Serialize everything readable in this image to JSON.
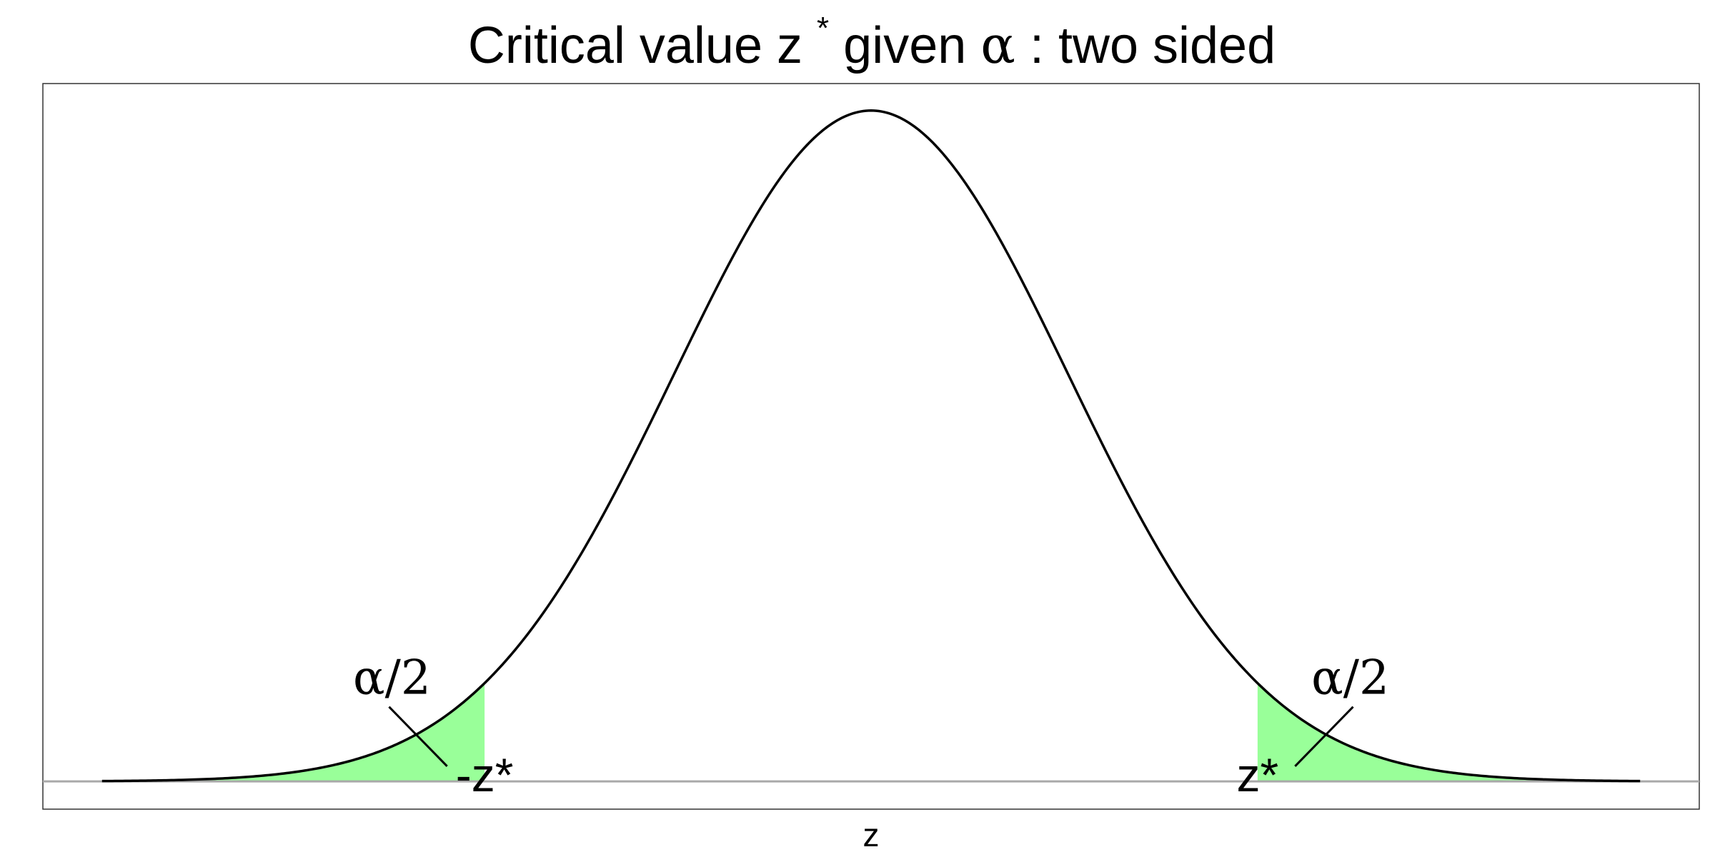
{
  "chart_data": {
    "type": "area",
    "title": {
      "prefix": "Critical value z",
      "superscript": "*",
      "middle": " given ",
      "symbol": "α",
      "suffix": " : two sided"
    },
    "xlabel": "z",
    "ylabel": "",
    "xlim": [
      -4.2,
      4.2
    ],
    "ylim": [
      -0.0165,
      0.415
    ],
    "curve": {
      "distribution": "standard-normal",
      "x_range": [
        -3.9,
        3.9
      ],
      "color": "#000000"
    },
    "critical_value": 1.96,
    "shaded_regions": [
      {
        "name": "left-tail",
        "from": -3.9,
        "to": -1.96,
        "color": "#99FF99"
      },
      {
        "name": "right-tail",
        "from": 1.96,
        "to": 3.9,
        "color": "#99FF99"
      }
    ],
    "baseline": {
      "y": 0,
      "color": "#A9A9A9"
    },
    "annotations": [
      {
        "id": "left-alpha",
        "text": "α/2",
        "x": -2.43,
        "y": 0.052,
        "pointer_to": [
          -2.15,
          0.009
        ]
      },
      {
        "id": "right-alpha",
        "text": "α/2",
        "x": 2.43,
        "y": 0.052,
        "pointer_to": [
          2.15,
          0.009
        ]
      }
    ],
    "point_labels": [
      {
        "id": "neg-zstar",
        "text": "-z*",
        "x": -1.96
      },
      {
        "id": "pos-zstar",
        "text": "z*",
        "x": 1.96
      }
    ],
    "grid": false,
    "legend": "none"
  }
}
